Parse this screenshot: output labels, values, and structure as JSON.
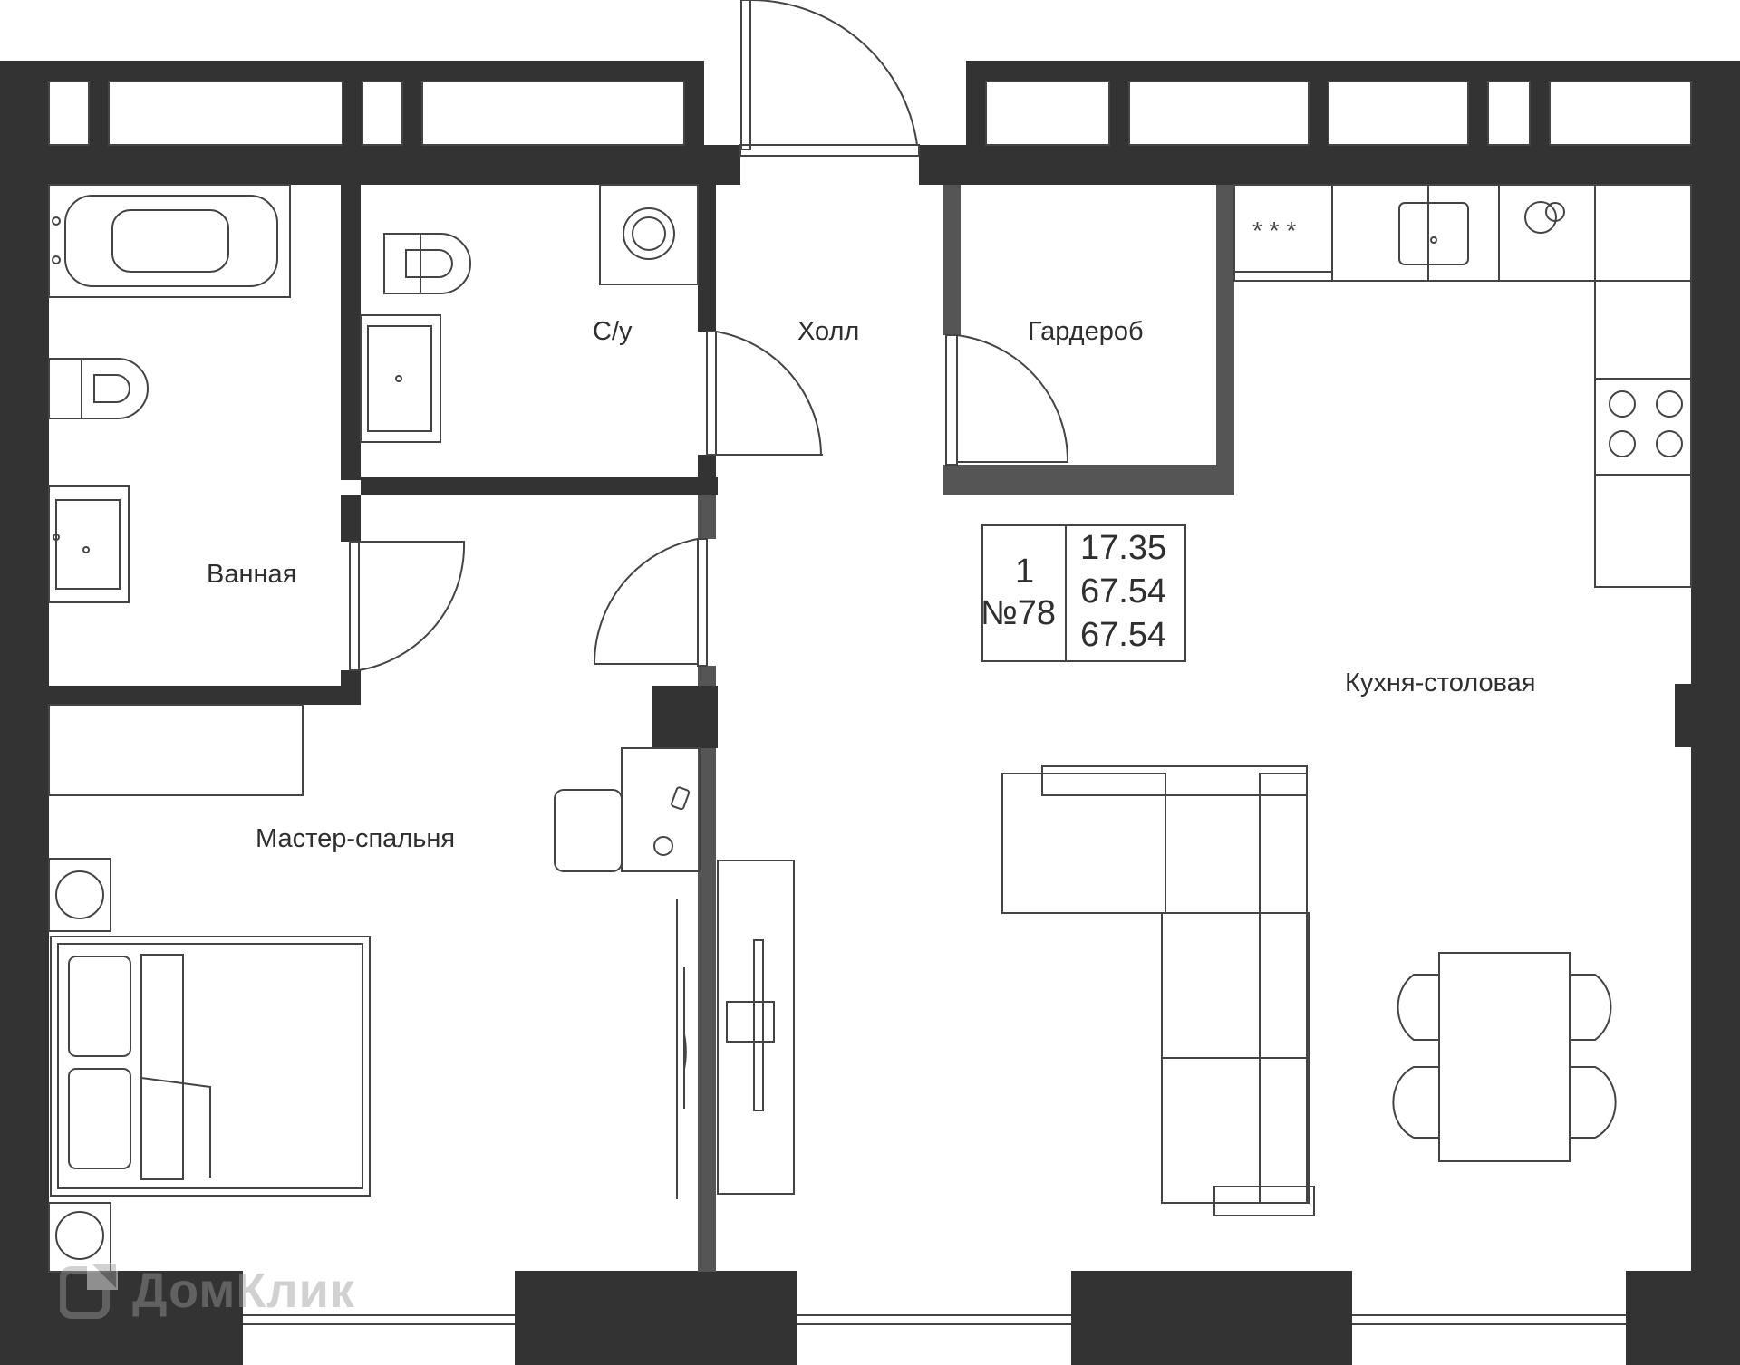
{
  "rooms": {
    "bathroom": "Ванная",
    "wc": "С/у",
    "hall": "Холл",
    "wardrobe": "Гардероб",
    "kitchen": "Кухня-столовая",
    "bedroom": "Мастер-спальня"
  },
  "apartment_info": {
    "rooms_count": "1",
    "number": "№78",
    "kitchen_area": "17.35",
    "living_area": "67.54",
    "total_area": "67.54"
  },
  "watermark": {
    "text": "ДомКлик"
  },
  "colors": {
    "wall": "#333333",
    "inner_wall": "#555555",
    "line": "#444444",
    "background": "#ffffff"
  }
}
